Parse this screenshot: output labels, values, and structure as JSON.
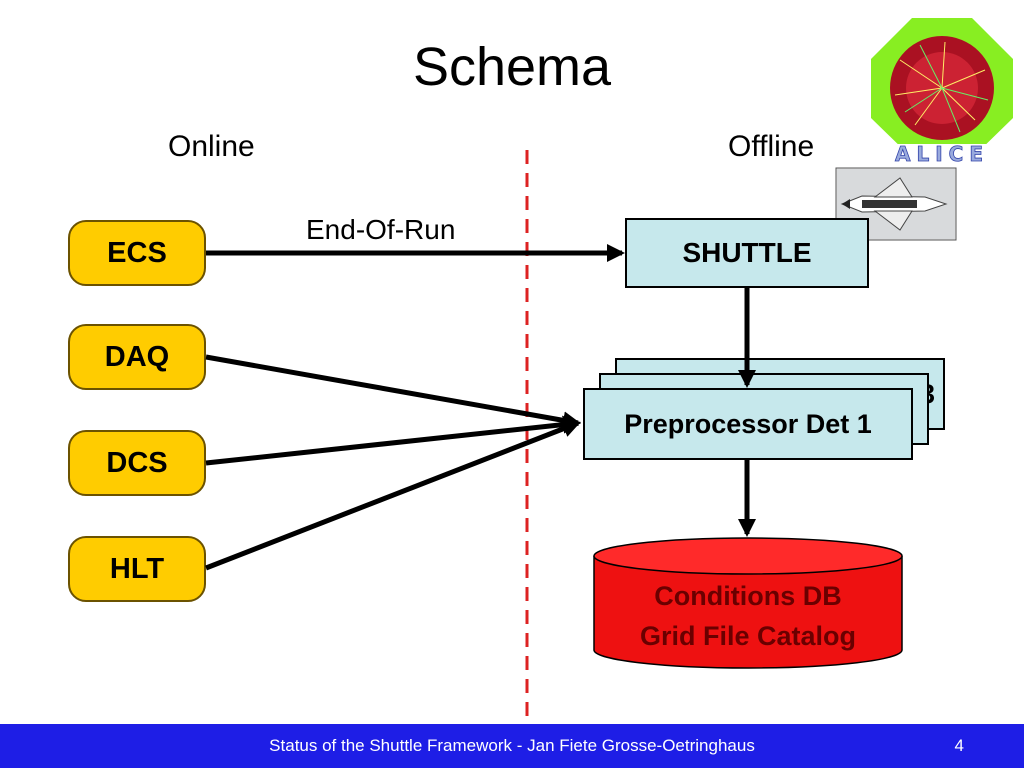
{
  "slide": {
    "title": "Schema",
    "online_label": "Online",
    "offline_label": "Offline"
  },
  "sources": [
    "ECS",
    "DAQ",
    "DCS",
    "HLT"
  ],
  "edge_label": "End-Of-Run",
  "shuttle_label": "SHUTTLE",
  "preprocessor": {
    "front_label": "Preprocessor Det 1",
    "back_label": "Preprocessor Det 3"
  },
  "database": {
    "line1": "Conditions DB",
    "line2": "Grid File Catalog"
  },
  "logo_text": "ALICE",
  "footer": {
    "text": "Status of the Shuttle Framework - Jan Fiete Grosse-Oetringhaus",
    "page": "4"
  },
  "colors": {
    "source_fill": "#ffcc00",
    "box_fill": "#c6e8ec",
    "db_fill": "#ee1111",
    "db_text": "#6a0000",
    "divider": "#dd2222",
    "footer_bg": "#1e1ee6"
  }
}
